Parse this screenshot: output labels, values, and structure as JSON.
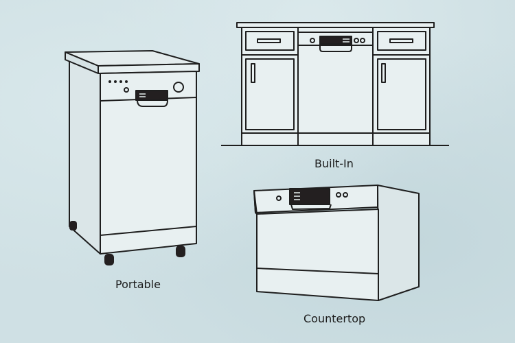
{
  "colors": {
    "background": "#cfe0e4",
    "appliance_fill": "#e8f0f1",
    "outline": "#1e1e1e",
    "panel": "#231f20"
  },
  "items": [
    {
      "label": "Portable",
      "type": "portable-dishwasher"
    },
    {
      "label": "Built-In",
      "type": "built-in-dishwasher"
    },
    {
      "label": "Countertop",
      "type": "countertop-dishwasher"
    }
  ]
}
